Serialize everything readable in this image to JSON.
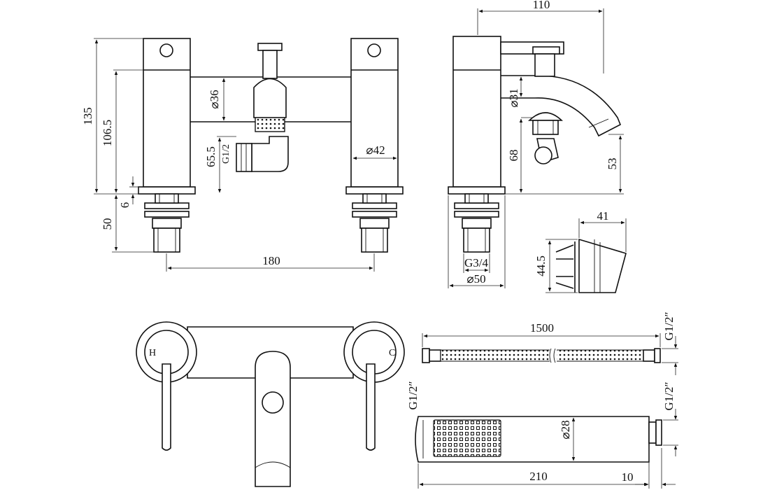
{
  "dimensions": {
    "front_height_total": "135",
    "front_height_body": "106.5",
    "front_outlet_height": "65.5",
    "front_thread": "G1/2",
    "front_body_dia": "⌀36",
    "front_pillar_dia": "⌀42",
    "front_gap": "6",
    "front_tail_len": "50",
    "front_centres": "180",
    "side_depth": "110",
    "side_spout_dia": "⌀31",
    "side_holder_height": "68",
    "side_spout_height": "53",
    "side_tail_thread": "G3/4",
    "side_base_dia": "⌀50",
    "holder_width": "41",
    "holder_height": "44.5",
    "hose_length": "1500",
    "hose_thread": "G1/2″",
    "plan_thread": "G1/2″",
    "handset_thread": "G1/2″",
    "handset_dia": "⌀28",
    "handset_length": "210",
    "handset_connector": "10"
  },
  "markings": {
    "hot": "H",
    "cold": "C"
  }
}
